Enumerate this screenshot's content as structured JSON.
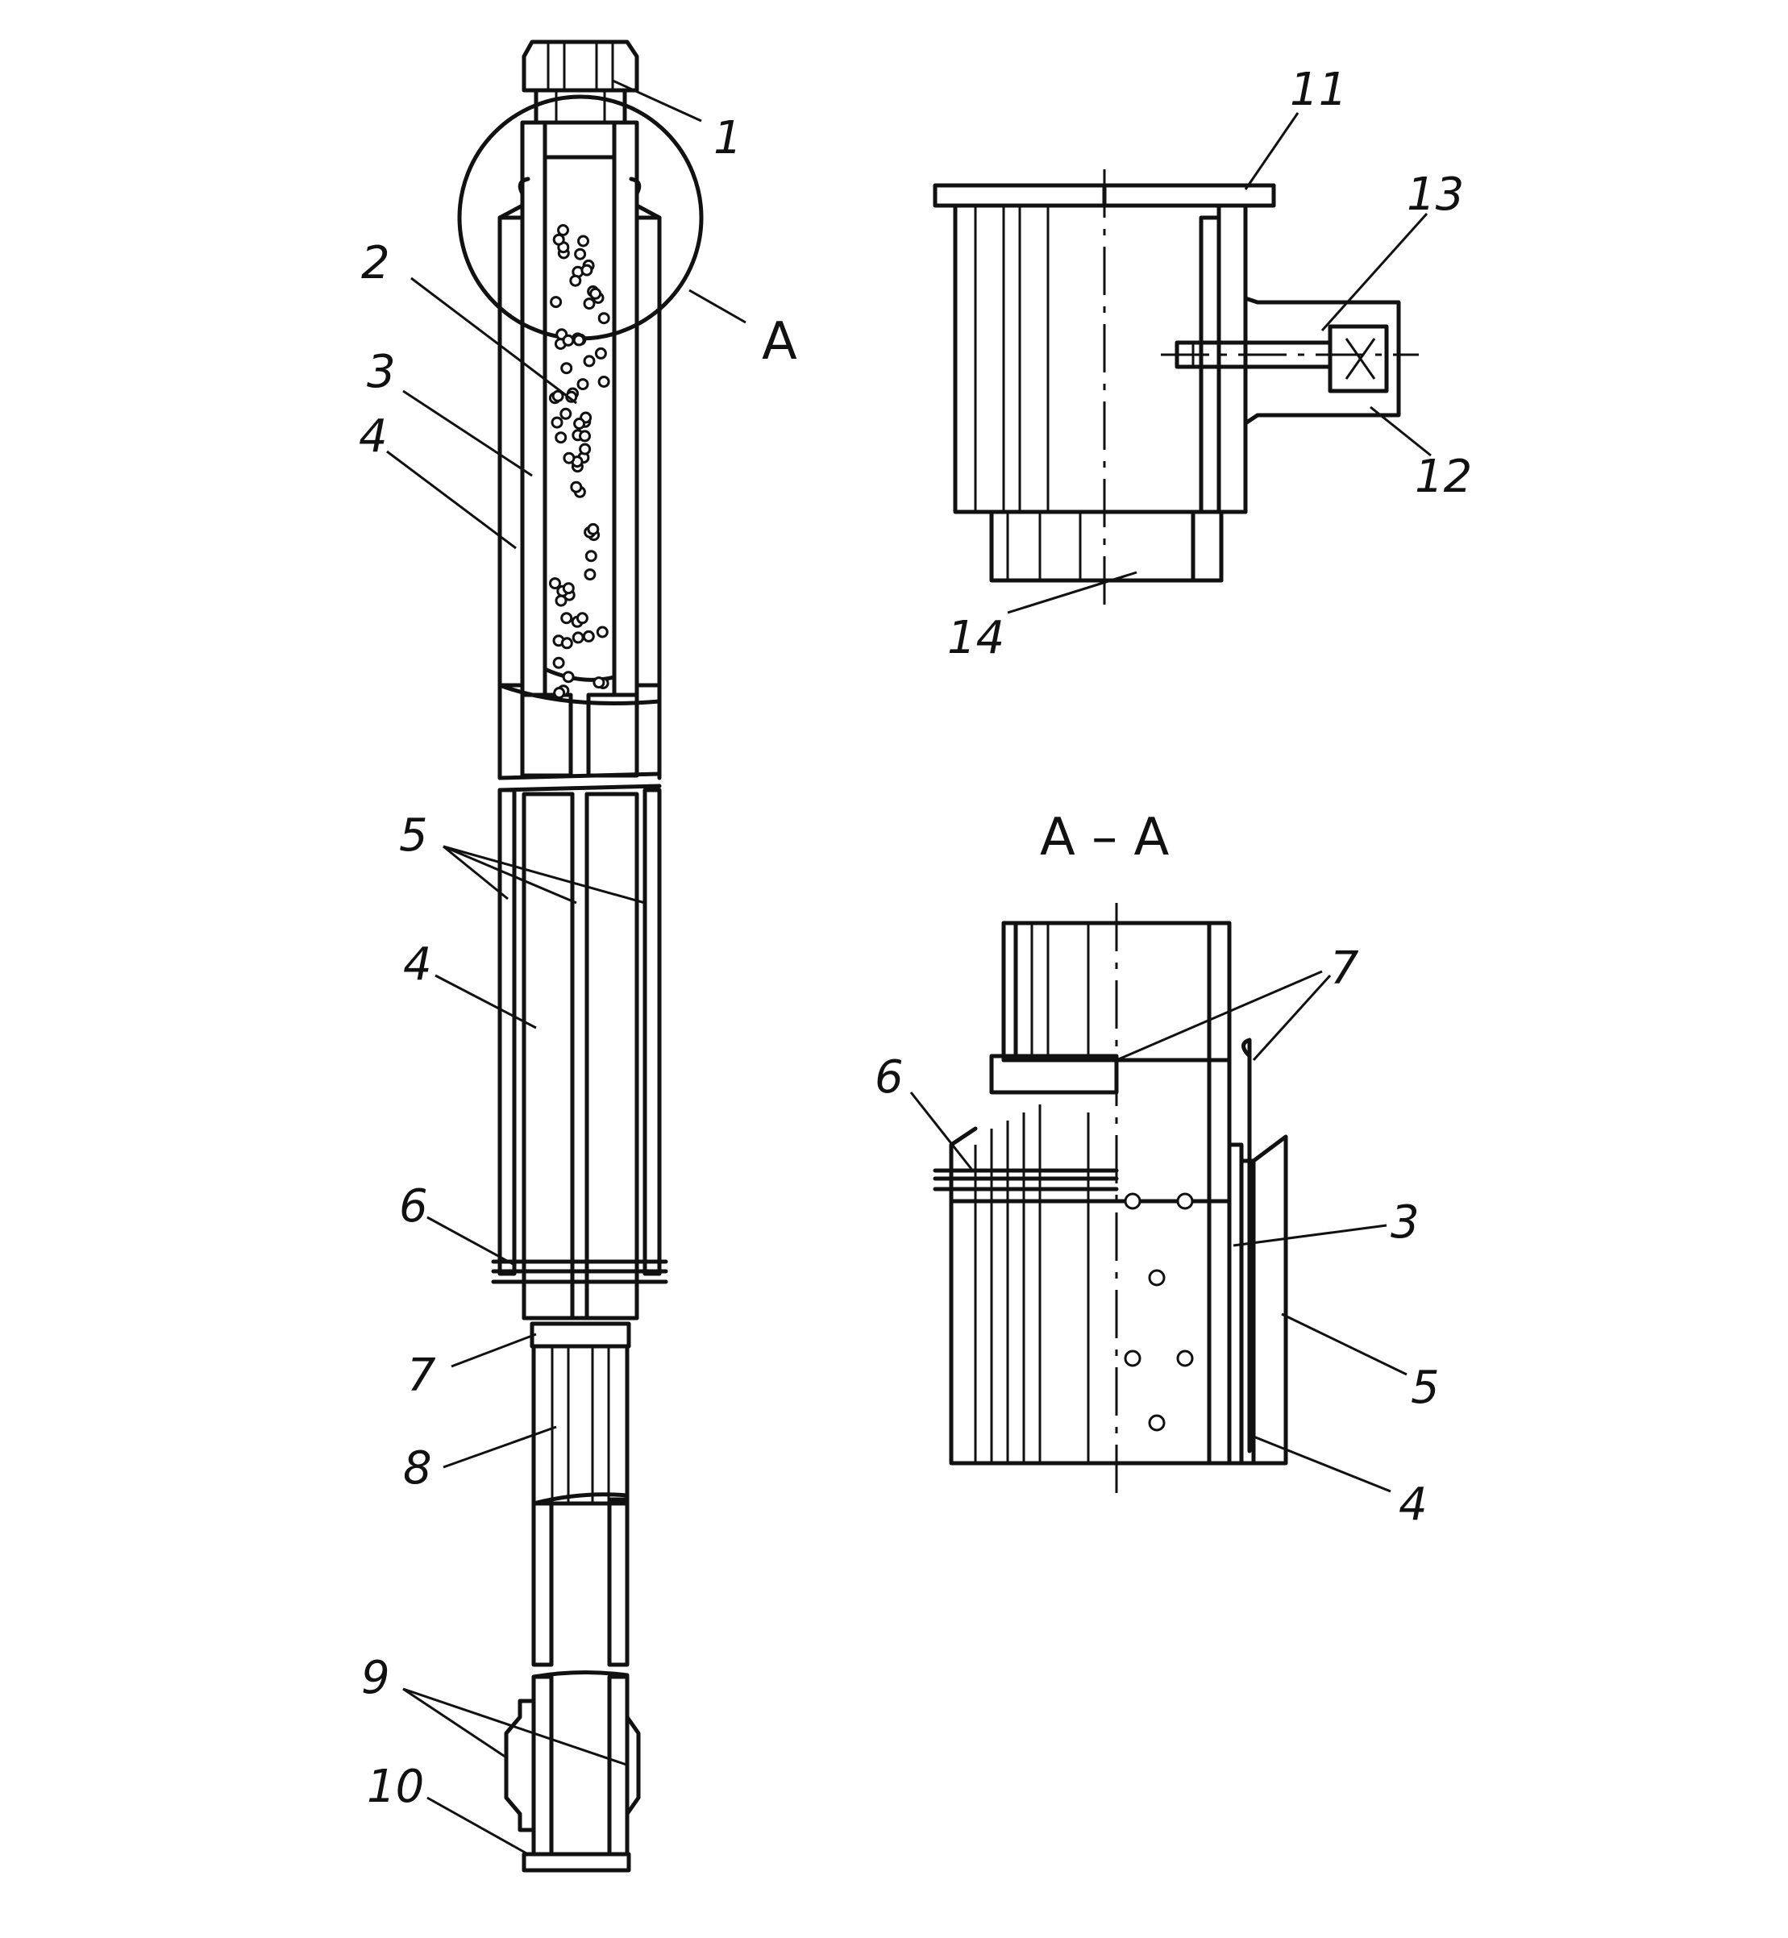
{
  "labels": {
    "l1": "1",
    "l2": "2",
    "l3": "3",
    "l4": "4",
    "l5": "5",
    "l4b": "4",
    "l6": "6",
    "l7": "7",
    "l8": "8",
    "l9": "9",
    "l10": "10",
    "l11": "11",
    "l12": "12",
    "l13": "13",
    "l14": "14",
    "detail": "A",
    "aa_6": "6",
    "aa_7": "7",
    "aa_3": "3",
    "aa_5": "5",
    "aa_4": "4"
  },
  "section_title": "A – A"
}
